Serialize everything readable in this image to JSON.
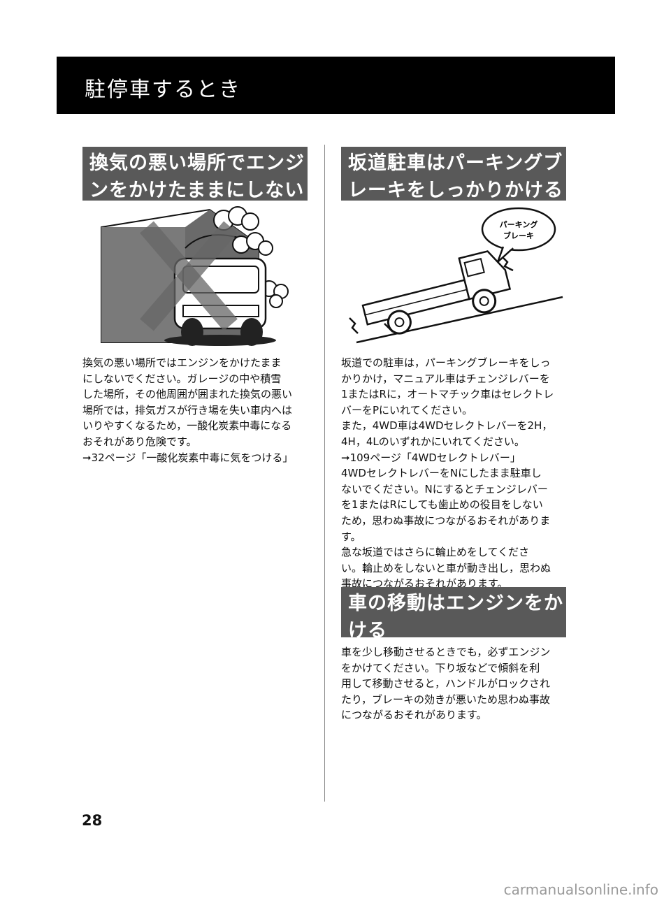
{
  "header": {
    "title": "駐停車するとき"
  },
  "section1": {
    "heading_line1": "換気の悪い場所でエンジ",
    "heading_line2": "ンをかけたままにしない",
    "lines": [
      "換気の悪い場所ではエンジンをかけたまま",
      "にしないでください。ガレージの中や積雪",
      "した場所，その他周囲が囲まれた換気の悪い",
      "場所では，排気ガスが行き場を失い車内へは",
      "いりやすくなるため，一酸化炭素中毒になる",
      "おそれがあり危険です。",
      "➞32ページ「一酸化炭素中毒に気をつける」"
    ]
  },
  "section2": {
    "heading_line1": "坂道駐車はパーキングブ",
    "heading_line2": "レーキをしっかりかける",
    "callout_line1": "パーキング",
    "callout_line2": "ブレーキ",
    "lines": [
      "坂道での駐車は，パーキングブレーキをしっ",
      "かりかけ，マニュアル車はチェンジレバーを",
      "1またはRに，オートマチック車はセレクトレ",
      "バーをPにいれてください。",
      "また，4WD車は4WDセレクトレバーを2H，",
      "4H，4Lのいずれかにいれてください。",
      "➞109ページ「4WDセレクトレバー」",
      "4WDセレクトレバーをNにしたまま駐車し",
      "ないでください。Nにするとチェンジレバー",
      "を1またはRにしても歯止めの役目をしない",
      "ため，思わぬ事故につながるおそれがありま",
      "す。",
      "急な坂道ではさらに輪止めをしてくださ",
      "い。輪止めをしないと車が動き出し，思わぬ",
      "事故につながるおそれがあります。"
    ]
  },
  "section3": {
    "heading_line1": "車の移動はエンジンをか",
    "heading_line2": "ける",
    "lines": [
      "車を少し移動させるときでも，必ずエンジン",
      "をかけてください。下り坂などで傾斜を利",
      "用して移動させると，ハンドルがロックされ",
      "たり，ブレーキの効きが悪いため思わぬ事故",
      "につながるおそれがあります。"
    ]
  },
  "page_number": "28",
  "watermark": "carmanualsonline.info"
}
